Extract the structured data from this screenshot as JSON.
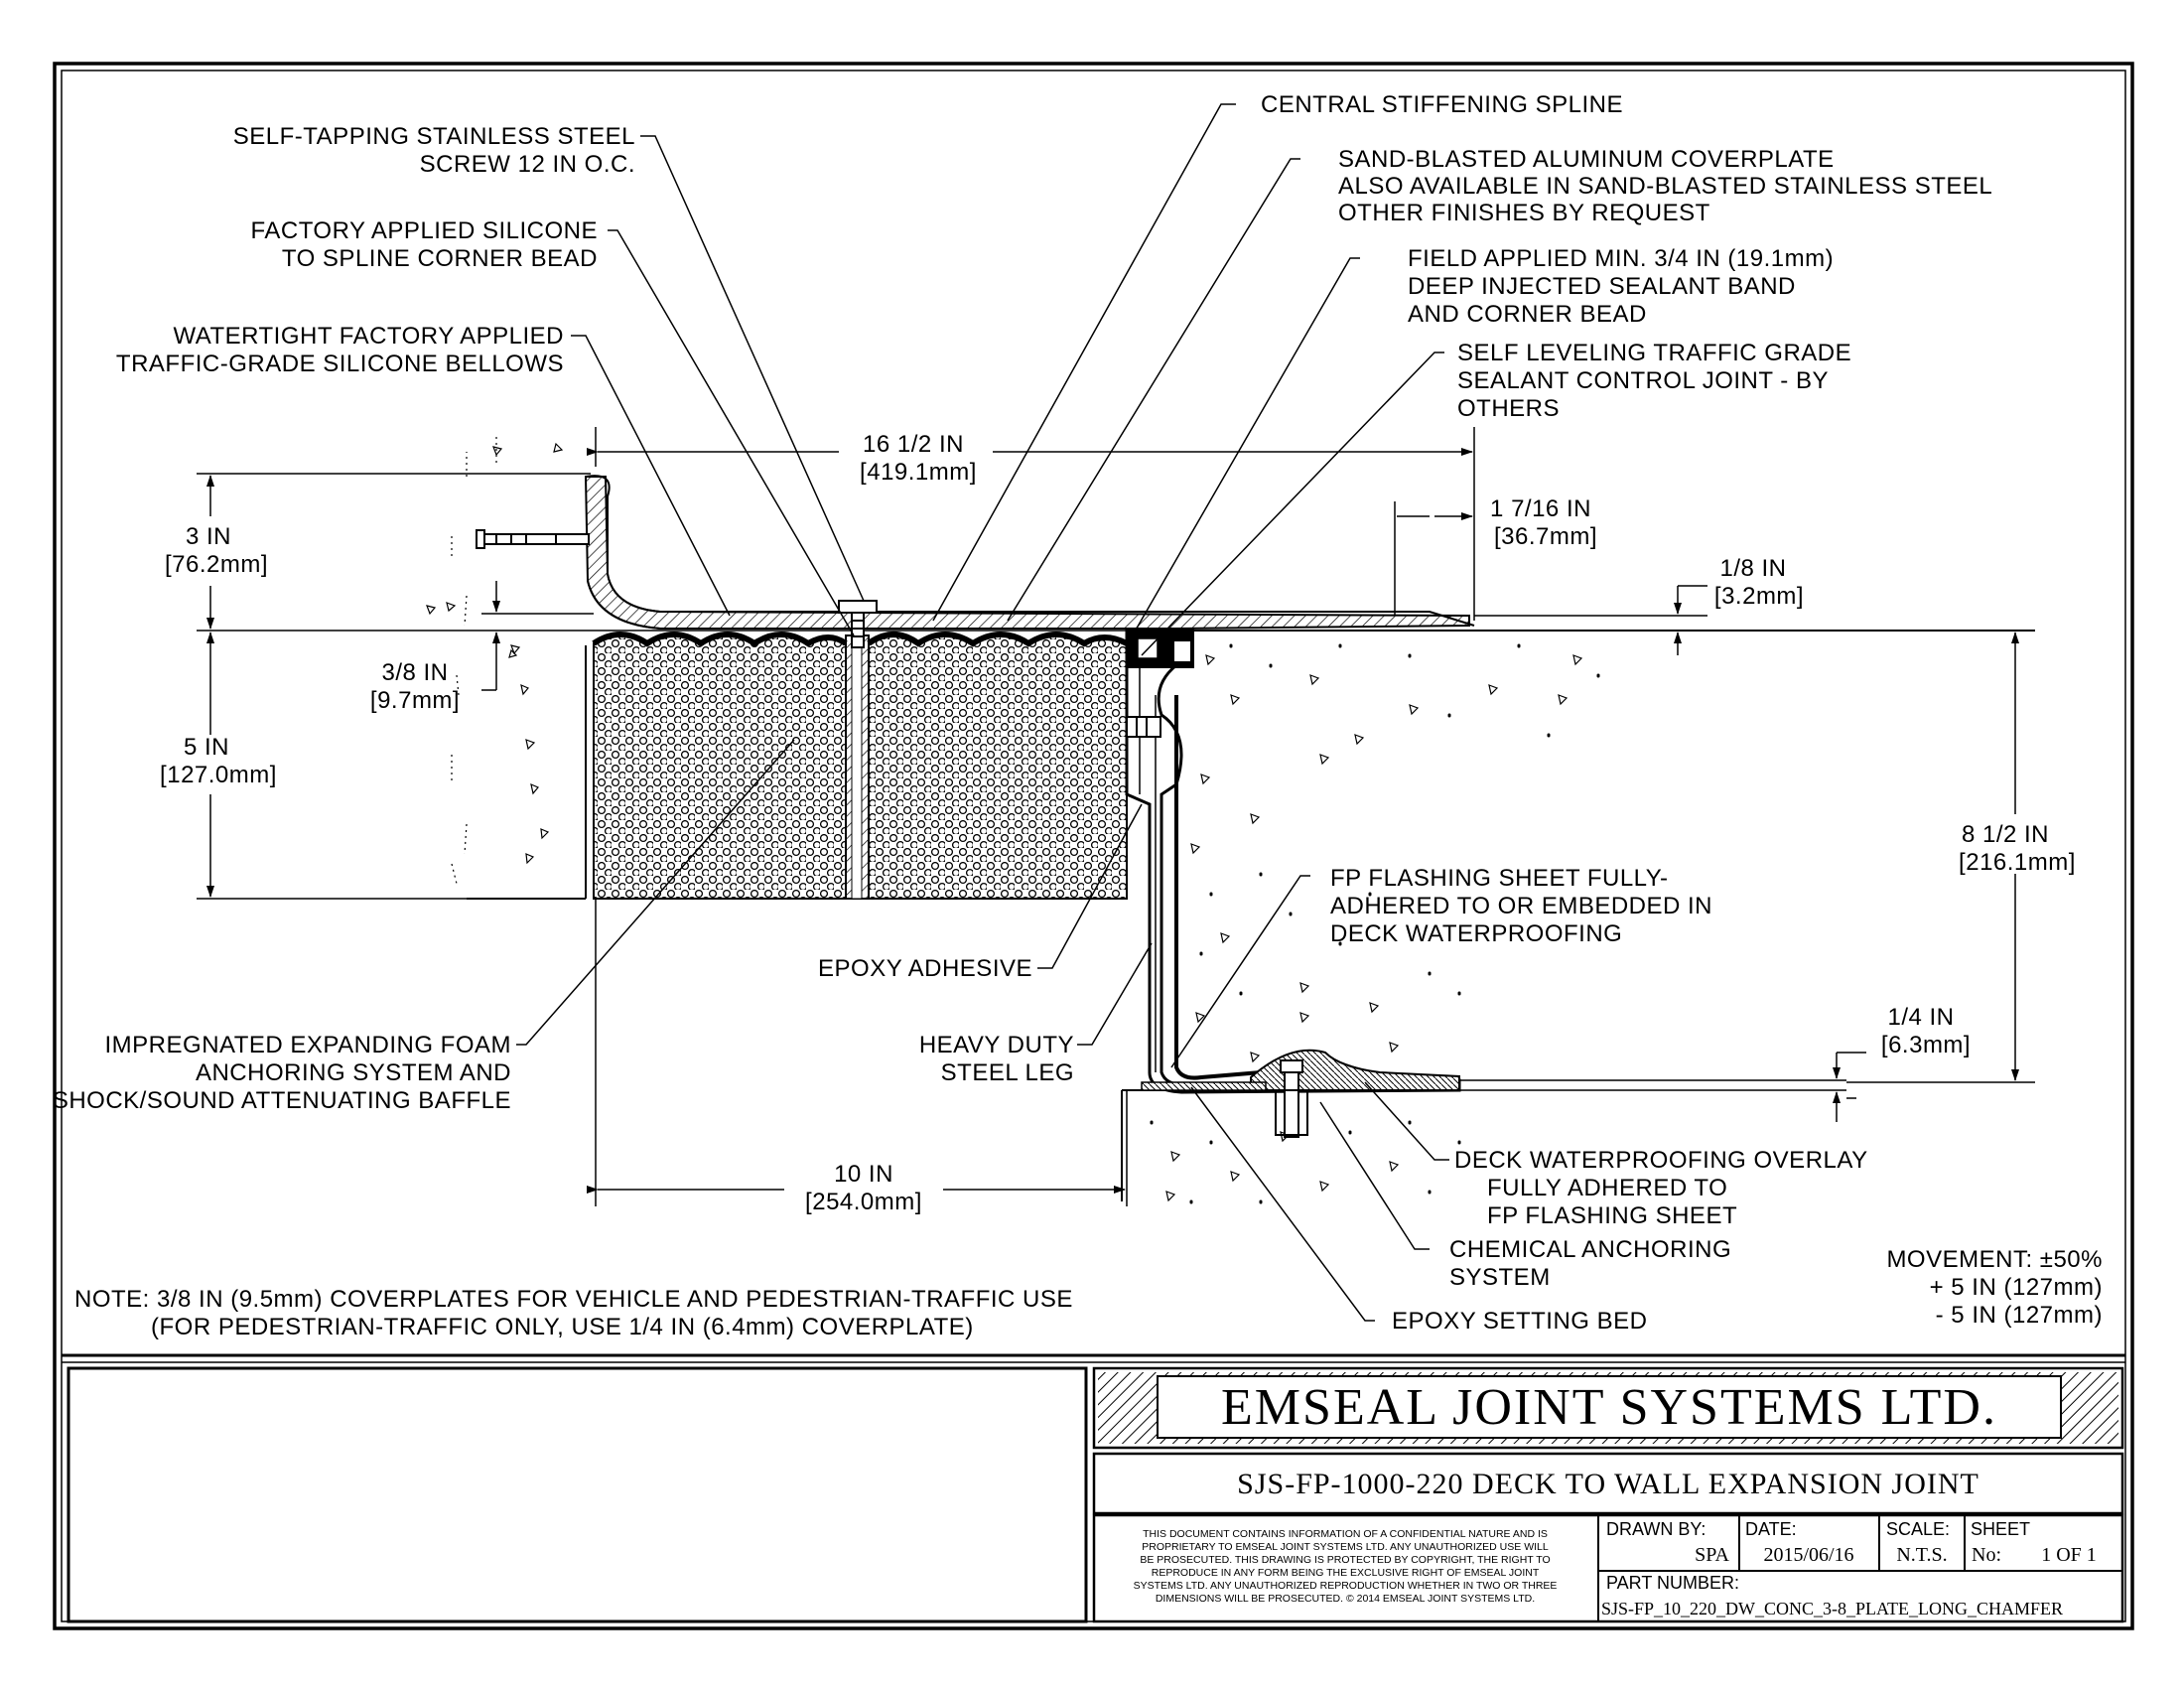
{
  "labels": {
    "screw_1": "SELF-TAPPING STAINLESS STEEL",
    "screw_2": "SCREW 12 IN O.C.",
    "silicone_1": "FACTORY APPLIED SILICONE",
    "silicone_2": "TO SPLINE CORNER BEAD",
    "bellows_1": "WATERTIGHT FACTORY APPLIED",
    "bellows_2": "TRAFFIC-GRADE SILICONE BELLOWS",
    "spline": "CENTRAL STIFFENING SPLINE",
    "coverplate_1": "SAND-BLASTED ALUMINUM COVERPLATE",
    "coverplate_2": "ALSO AVAILABLE IN SAND-BLASTED STAINLESS STEEL",
    "coverplate_3": "OTHER FINISHES BY REQUEST",
    "field_1": "FIELD APPLIED MIN. 3/4 IN (19.1mm)",
    "field_2": "DEEP INJECTED SEALANT BAND",
    "field_3": "AND CORNER BEAD",
    "selflevel_1": "SELF LEVELING TRAFFIC GRADE",
    "selflevel_2": "SEALANT CONTROL JOINT - BY",
    "selflevel_3": "OTHERS",
    "epoxy_adhesive": "EPOXY ADHESIVE",
    "fp_1": "FP FLASHING SHEET FULLY-",
    "fp_2": "ADHERED TO OR EMBEDDED IN",
    "fp_3": "DECK WATERPROOFING",
    "foam_1": "IMPREGNATED EXPANDING FOAM",
    "foam_2": "ANCHORING SYSTEM AND",
    "foam_3": "SHOCK/SOUND ATTENUATING BAFFLE",
    "leg_1": "HEAVY DUTY",
    "leg_2": "STEEL LEG",
    "overlay_1": "DECK WATERPROOFING OVERLAY",
    "overlay_2": "FULLY ADHERED TO",
    "overlay_3": "FP FLASHING SHEET",
    "anchor_1": "CHEMICAL ANCHORING",
    "anchor_2": "SYSTEM",
    "bed": "EPOXY SETTING BED"
  },
  "dimensions": {
    "width_in": "16 1/2 IN",
    "width_mm": "[419.1mm]",
    "chamfer_in": "1 7/16 IN",
    "chamfer_mm": "[36.7mm]",
    "plate_in": "1/8 IN",
    "plate_mm": "[3.2mm]",
    "top_in": "3 IN",
    "top_mm": "[76.2mm]",
    "cover_in": "3/8 IN",
    "cover_mm": "[9.7mm]",
    "depth_in": "5 IN",
    "depth_mm": "[127.0mm]",
    "height_in": "8 1/2 IN",
    "height_mm": "[216.1mm]",
    "flash_in": "1/4 IN",
    "flash_mm": "[6.3mm]",
    "leg_in": "10 IN",
    "leg_mm": "[254.0mm]"
  },
  "note": {
    "line1": "NOTE: 3/8 IN (9.5mm) COVERPLATES FOR VEHICLE AND PEDESTRIAN-TRAFFIC USE",
    "line2": "(FOR PEDESTRIAN-TRAFFIC ONLY, USE 1/4 IN (6.4mm) COVERPLATE)"
  },
  "movement": {
    "line1": "MOVEMENT: ±50%",
    "line2": "+ 5 IN (127mm)",
    "line3": "- 5 IN (127mm)"
  },
  "title_block": {
    "company": "EMSEAL JOINT SYSTEMS LTD.",
    "title": "SJS-FP-1000-220 DECK TO WALL EXPANSION JOINT",
    "disclaimer": [
      "THIS DOCUMENT CONTAINS INFORMATION OF A CONFIDENTIAL NATURE AND IS",
      "PROPRIETARY TO EMSEAL JOINT SYSTEMS LTD. ANY UNAUTHORIZED USE WILL",
      "BE PROSECUTED. THIS DRAWING IS PROTECTED BY COPYRIGHT, THE RIGHT TO",
      "REPRODUCE IN ANY FORM BEING THE EXCLUSIVE RIGHT OF EMSEAL JOINT",
      "SYSTEMS LTD. ANY UNAUTHORIZED REPRODUCTION WHETHER IN TWO OR THREE",
      "DIMENSIONS WILL BE PROSECUTED. © 2014 EMSEAL JOINT SYSTEMS LTD."
    ],
    "drawn_by_label": "DRAWN BY:",
    "drawn_by": "SPA",
    "date_label": "DATE:",
    "date": "2015/06/16",
    "scale_label": "SCALE:",
    "scale": "N.T.S.",
    "sheet_label": "SHEET",
    "sheet_no_label": "No:",
    "sheet": "1 OF 1",
    "part_label": "PART NUMBER:",
    "part": "SJS-FP_10_220_DW_CONC_3-8_PLATE_LONG_CHAMFER"
  }
}
